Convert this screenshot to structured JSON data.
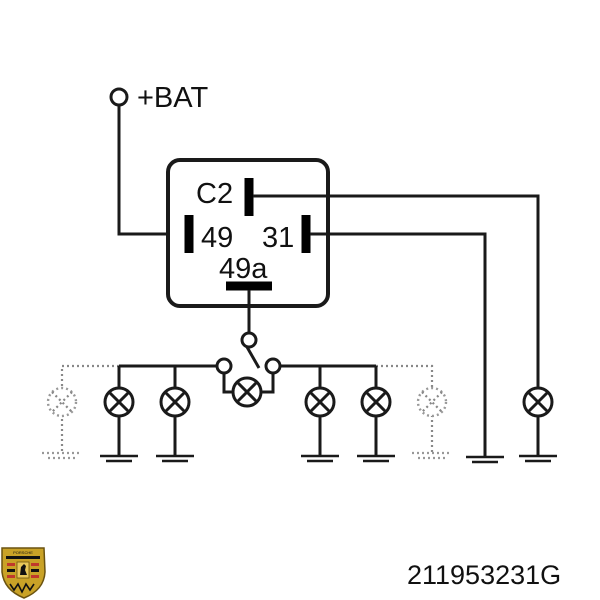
{
  "diagram": {
    "supply_label": "+BAT",
    "pins": {
      "c2": "C2",
      "p49": "49",
      "p31": "31",
      "p49a": "49a"
    },
    "part_number": "211953231G",
    "logo": {
      "icon": "porsche-crest-icon",
      "text": "PORSCHE",
      "colors": {
        "gold": "#c9a227",
        "red": "#c0392b",
        "black": "#111111"
      }
    }
  }
}
